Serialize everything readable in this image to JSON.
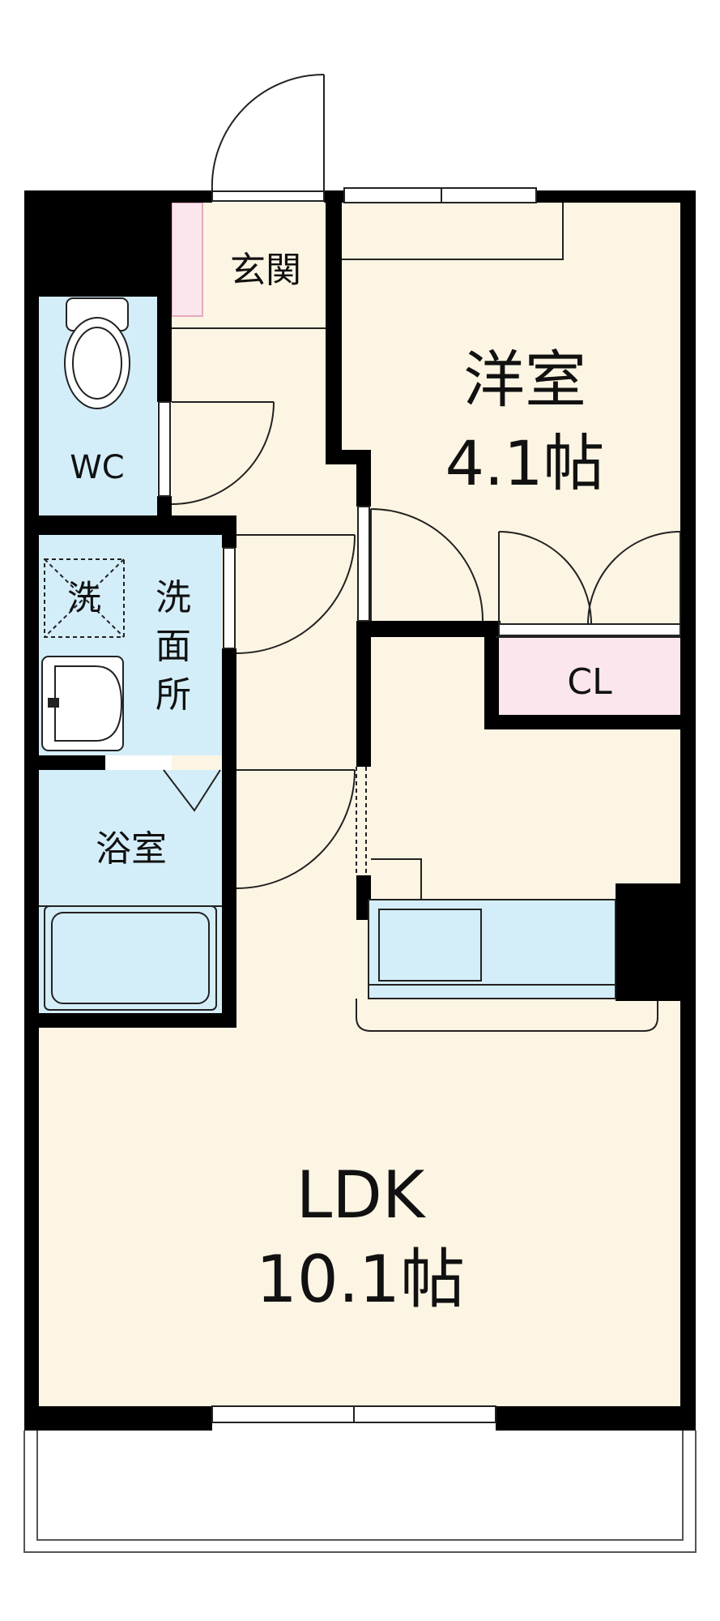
{
  "rooms": {
    "genkan": "玄関",
    "wc": "WC",
    "sento": "洗",
    "senmenjo": [
      "洗",
      "面",
      "所"
    ],
    "yokushitsu": "浴室",
    "yoshitsu": {
      "name": "洋室",
      "size": "4.1帖"
    },
    "cl": "CL",
    "ldk": {
      "name": "LDK",
      "size": "10.1帖"
    }
  },
  "colors": {
    "wall": "#000000",
    "room_fill": "#fdf5e3",
    "water_fill": "#d4eef9",
    "storage_fill": "#fbe6ee",
    "line": "#222222",
    "balcony": "#555555"
  }
}
